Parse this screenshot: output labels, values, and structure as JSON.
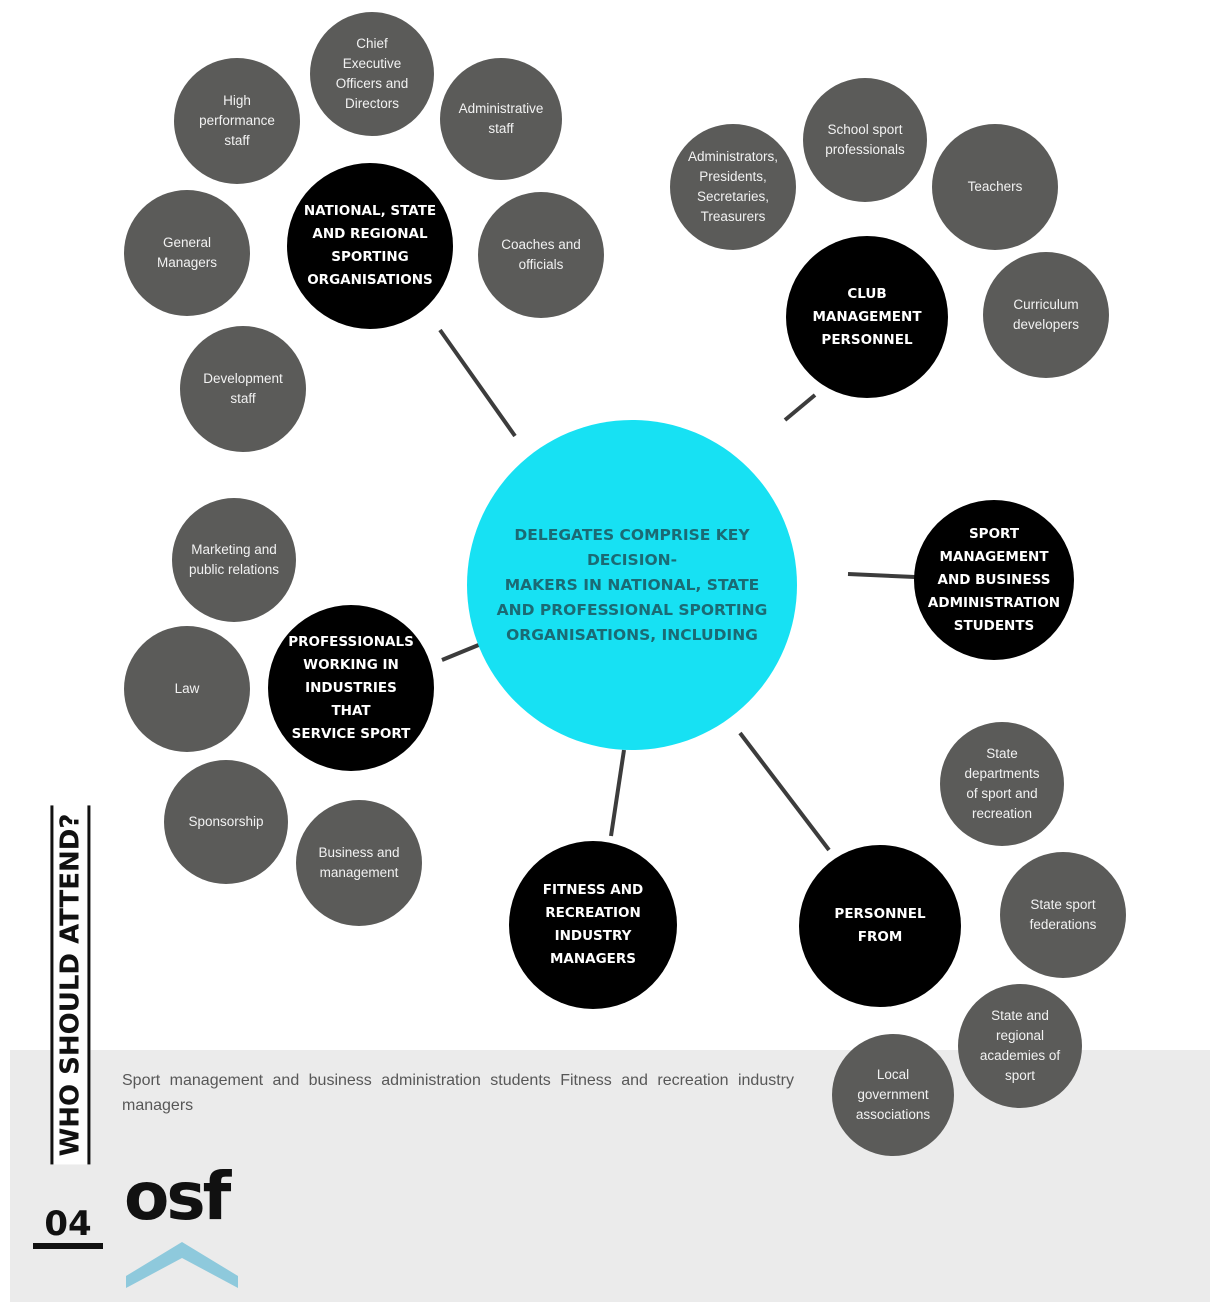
{
  "center": "DELEGATES COMPRISE KEY DECISION-\nMAKERS IN NATIONAL, STATE\nAND PROFESSIONAL SPORTING\nORGANISATIONS, INCLUDING",
  "hubs": {
    "national": "NATIONAL, STATE\nAND REGIONAL\nSPORTING\nORGANISATIONS",
    "club": "CLUB\nMANAGEMENT\nPERSONNEL",
    "students": "SPORT\nMANAGEMENT\nAND BUSINESS\nADMINISTRATION\nSTUDENTS",
    "professionals": "PROFESSIONALS\nWORKING IN\nINDUSTRIES THAT\nSERVICE SPORT",
    "fitness": "FITNESS AND\nRECREATION\nINDUSTRY\nMANAGERS",
    "personnel": "PERSONNEL FROM"
  },
  "leaves": {
    "ceo": "Chief\nExecutive\nOfficers and\nDirectors",
    "high_performance": "High\nperformance\nstaff",
    "administrative": "Administrative\nstaff",
    "general_managers": "General\nManagers",
    "coaches": "Coaches and\nofficials",
    "development": "Development\nstaff",
    "school_sport": "School sport\nprofessionals",
    "administrators": "Administrators,\nPresidents,\nSecretaries,\nTreasurers",
    "teachers": "Teachers",
    "curriculum": "Curriculum\ndevelopers",
    "marketing": "Marketing and\npublic relations",
    "law": "Law",
    "sponsorship": "Sponsorship",
    "business": "Business and\nmanagement",
    "state_departments": "State\ndepartments\nof sport and\nrecreation",
    "state_federations": "State sport\nfederations",
    "academies": "State and\nregional\nacademies of\nsport",
    "local_government": "Local\ngovernment\nassociations"
  },
  "footer_text": "Sport management and business administration students Fitness and recreation industry managers",
  "side_title": "WHO SHOULD ATTEND?",
  "page_number": "04",
  "logo": "osf",
  "colors": {
    "center": "#17e1f3",
    "center_text": "#1b6a74",
    "hub": "#000000",
    "leaf": "#5b5b59",
    "connector": "#3c3c3c",
    "panel": "#ebebeb",
    "chevron": "#8ec9dc"
  }
}
